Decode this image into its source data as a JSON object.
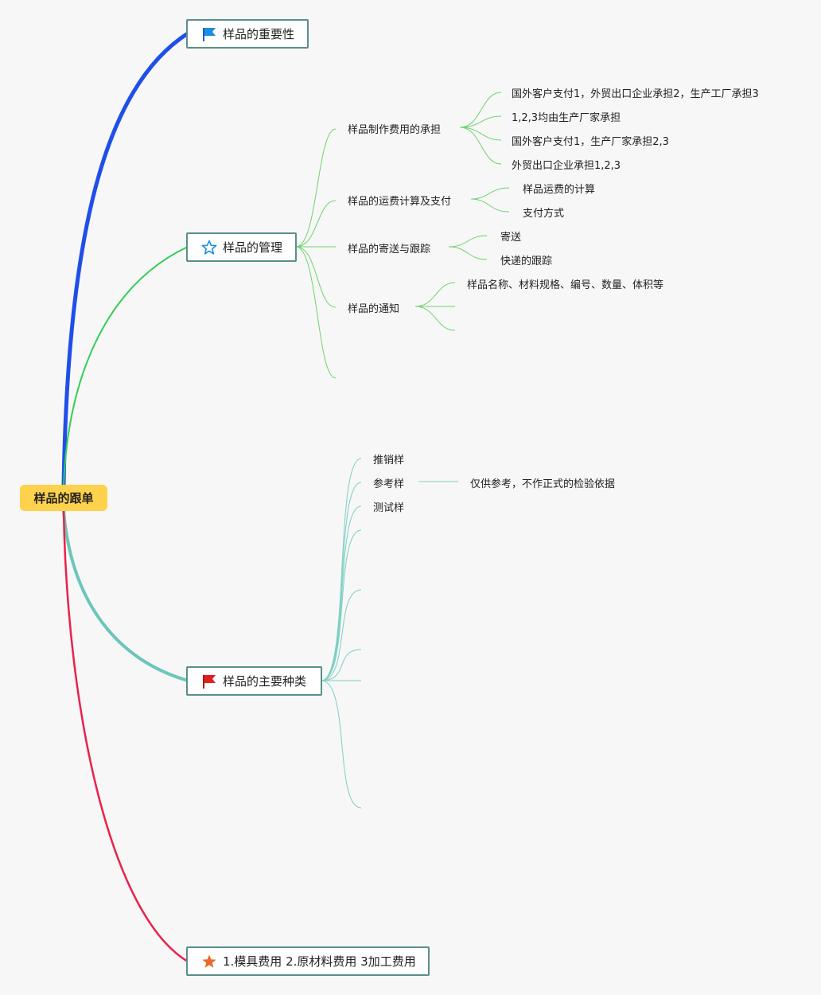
{
  "root": {
    "label": "样品的跟单"
  },
  "branches": {
    "importance": {
      "label": "样品的重要性",
      "icon": "blue-flag-icon",
      "color": "#1f4fe8"
    },
    "management": {
      "label": "样品的管理",
      "icon": "star-outline-icon",
      "color": "#33cc55",
      "children": {
        "cost": {
          "label": "样品制作费用的承担",
          "leaves": [
            "国外客户支付1，外贸出口企业承担2，生产工厂承担3",
            "1,2,3均由生产厂家承担",
            "国外客户支付1，生产厂家承担2,3",
            "外贸出口企业承担1,2,3"
          ]
        },
        "freight": {
          "label": "样品的运费计算及支付",
          "leaves": [
            "样品运费的计算",
            "支付方式"
          ]
        },
        "sending": {
          "label": "样品的寄送与跟踪",
          "leaves": [
            "寄送",
            "快递的跟踪"
          ]
        },
        "notice": {
          "label": "样品的通知",
          "leaves": [
            "样品名称、材料规格、编号、数量、体积等"
          ]
        }
      }
    },
    "types": {
      "label": "样品的主要种类",
      "icon": "red-flag-icon",
      "color": "#6cc6b9",
      "children": {
        "items": [
          "推销样",
          "参考样",
          "测试样"
        ],
        "reference_note": "仅供参考，不作正式的检验依据"
      }
    },
    "costs": {
      "label": "1.模具费用 2.原材料费用 3加工费用",
      "icon": "orange-star-icon",
      "color": "#e8224a"
    }
  }
}
